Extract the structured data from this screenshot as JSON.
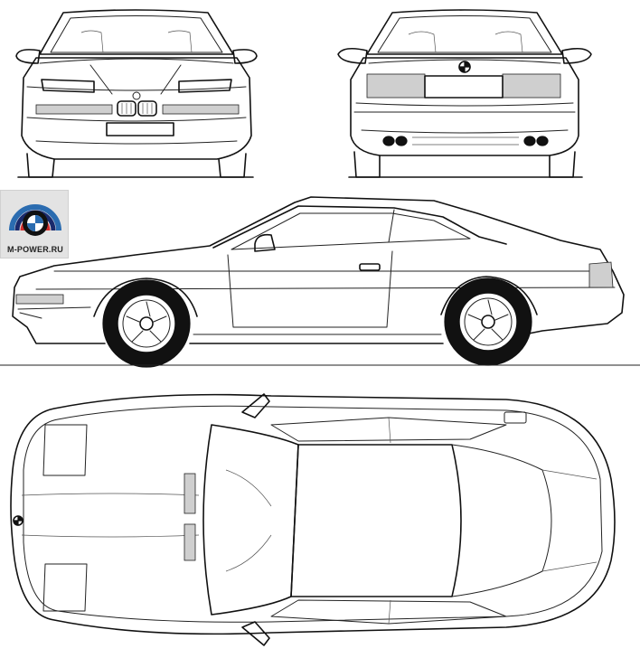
{
  "logo": {
    "caption": "M-POWER.RU",
    "emblem": "bmw-m-roundel-icon",
    "colors": {
      "blue": "#2b6cb0",
      "red": "#d32f2f",
      "dark_blue": "#1a2a6c",
      "badge_bg": "#e3e3e3"
    }
  },
  "views": [
    "front-view",
    "rear-view",
    "side-view",
    "top-view"
  ]
}
